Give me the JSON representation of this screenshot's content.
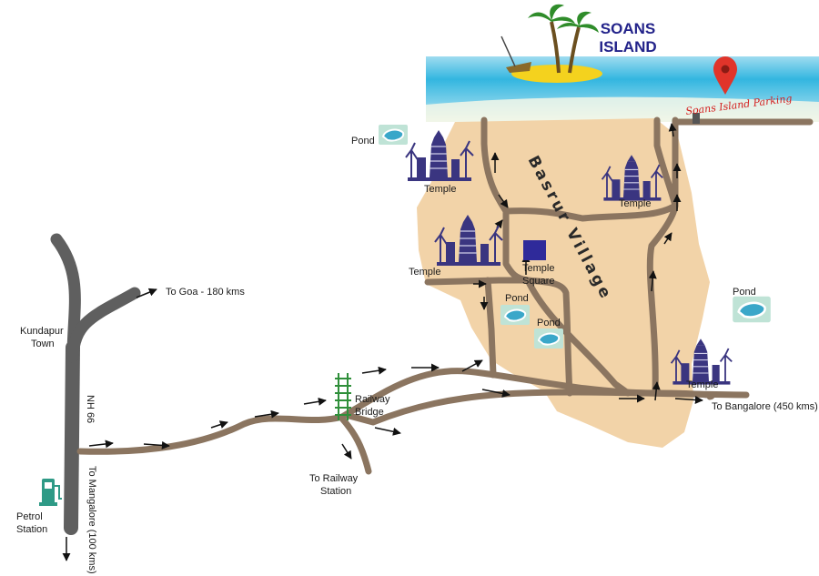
{
  "title": {
    "line1": "SOANS",
    "line2": "ISLAND"
  },
  "village_name": "Basrur Village",
  "parking": "Soans Island Parking",
  "places": {
    "kundapur": [
      "Kundapur",
      "Town"
    ],
    "nh66": "NH 66",
    "to_goa": "To Goa - 180 kms",
    "to_mangalore": "To Mangalore (100 kms)",
    "petrol": [
      "Petrol",
      "Station"
    ],
    "railway_bridge": [
      "Railway",
      "Bridge"
    ],
    "to_railway_station": [
      "To Railway",
      "Station"
    ],
    "to_bangalore": "To Bangalore (450 kms)",
    "temple_square": [
      "Temple",
      "Square"
    ]
  },
  "temples": [
    "Temple",
    "Temple",
    "Temple",
    "Temple"
  ],
  "ponds": [
    "Pond",
    "Pond",
    "Pond",
    "Pond"
  ],
  "colors": {
    "road": "#8b7560",
    "highway": "#5f5f5f",
    "village": "#f2d3a8",
    "sea": "#33b6e0",
    "beach": "#e9f0dc",
    "temple": "#3a3580",
    "square": "#2f2a9a",
    "pin": "#e0342a"
  },
  "icons": [
    "palm-tree-icon",
    "boat-icon",
    "map-pin-icon",
    "petrol-pump-icon",
    "railway-track-icon",
    "temple-icon",
    "pond-icon",
    "arrow-icon"
  ]
}
